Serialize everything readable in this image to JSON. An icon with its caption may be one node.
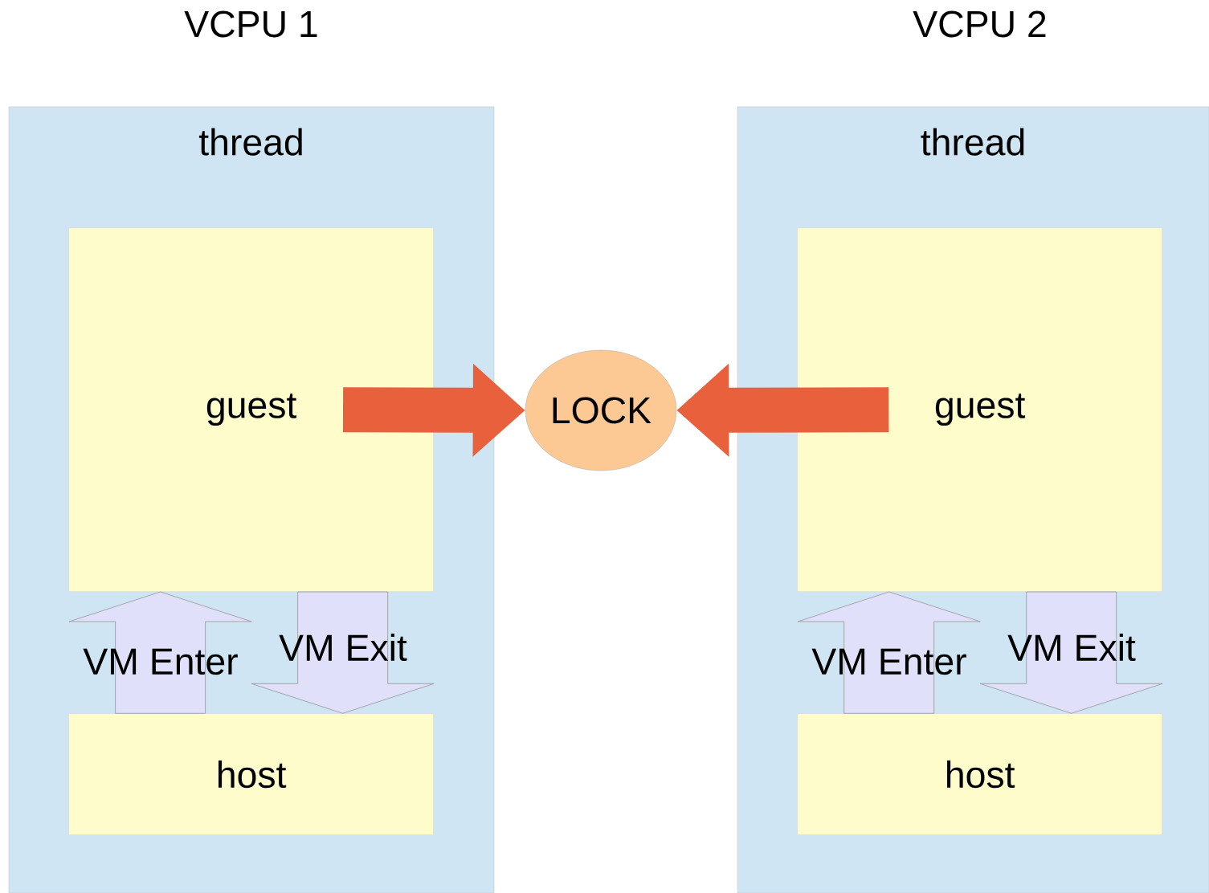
{
  "diagram": {
    "nodes": [
      {
        "text": [
          "VCPU 1",
          "thread"
        ]
      },
      {
        "text": [
          "guest"
        ],
        "in": 0
      },
      {
        "text": [
          "host"
        ],
        "in": 0
      },
      {
        "text": [
          "VCPU 2",
          "thread"
        ]
      },
      {
        "text": [
          "guest"
        ],
        "in": 3
      },
      {
        "text": [
          "host"
        ],
        "in": 3
      },
      {
        "text": [
          "LOCK"
        ]
      }
    ],
    "edges": [
      {
        "from": 2,
        "to": 1,
        "arrow": "to",
        "label": "VM Enter"
      },
      {
        "from": 1,
        "to": 2,
        "arrow": "to",
        "label": "VM Exit"
      },
      {
        "from": 1,
        "to": 6,
        "arrow": "to",
        "color": "#e9603c"
      },
      {
        "from": 4,
        "to": 6,
        "arrow": "to",
        "color": "#e9603c"
      },
      {
        "from": 5,
        "to": 4,
        "arrow": "to",
        "label": "VM Enter"
      },
      {
        "from": 4,
        "to": 5,
        "arrow": "to",
        "label": "VM Exit"
      }
    ]
  }
}
